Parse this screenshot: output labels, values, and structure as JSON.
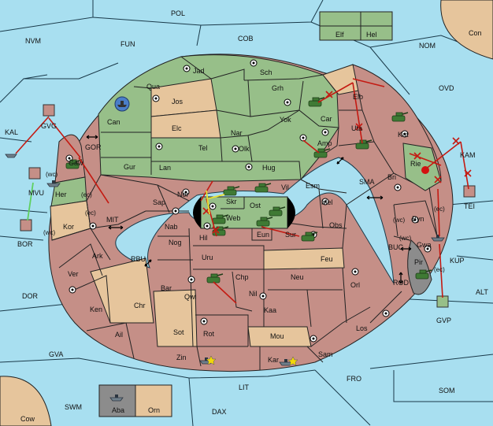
{
  "map": {
    "seas": {
      "pol": "POL",
      "nvm": "NVM",
      "fun": "FUN",
      "cob": "COB",
      "nom": "NOM",
      "ovd": "OVD",
      "kal": "KAL",
      "gor": "GOR",
      "mit": "MIT",
      "rbu": "RBU",
      "sma": "SMA",
      "kam": "KAM",
      "bor": "BOR",
      "dor": "DOR",
      "gva": "GVA",
      "lit": "LIT",
      "dax": "DAX",
      "swm": "SWM",
      "fro": "FRO",
      "som": "SOM",
      "alt": "ALT",
      "kup": "KUP",
      "tei": "TEI",
      "buc": "BUC",
      "rod": "ROD",
      "gvp": "GVP",
      "gvg": "GVG",
      "mvu": "MVU"
    },
    "lands": {
      "con": "Con",
      "cow": "Cow",
      "elf": "Elf",
      "hel": "Hel",
      "aba": "Aba",
      "orn": "Orn",
      "jad": "Jad",
      "sch": "Sch",
      "qua": "Qua",
      "jos": "Jos",
      "grh": "Grh",
      "can": "Can",
      "elc": "Elc",
      "nar": "Nar",
      "yok": "Yok",
      "car": "Car",
      "elb": "Elb",
      "uta": "Uta",
      "kat": "Kat",
      "gaw": "Gaw",
      "tel": "Tel",
      "olk": "Olk",
      "amp": "Amp",
      "gur": "Gur",
      "lan": "Lan",
      "hug": "Hug",
      "rie": "Rie",
      "her": "Her",
      "bri": "Bri",
      "vil": "Vil",
      "esm": "Esm",
      "nor": "Nor",
      "skr": "Skr",
      "ost": "Ost",
      "mel": "Mel",
      "sap": "Sap",
      "web": "Web",
      "kor": "Kor",
      "nab": "Nab",
      "eun": "Eun",
      "sur": "Sur",
      "obs": "Obs",
      "byn": "Byn",
      "hil": "Hil",
      "nog": "Nog",
      "gwa": "Gwa",
      "ark": "Ark",
      "uru": "Uru",
      "feu": "Feu",
      "pir": "Pir",
      "ver": "Ver",
      "bar": "Bar",
      "chp": "Chp",
      "neu": "Neu",
      "orl": "Orl",
      "qwi": "Qwi",
      "nil": "Nil",
      "chr": "Chr",
      "ken": "Ken",
      "kaa": "Kaa",
      "los": "Los",
      "ail": "Ail",
      "sot": "Sot",
      "rot": "Rot",
      "mou": "Mou",
      "zin": "Zin",
      "kar": "Kar",
      "sam": "Sam"
    },
    "coast_marks": {
      "wc_gaw": "(wc)",
      "ec_gaw": "(ec)",
      "ec_kor": "(ec)",
      "wc_kor": "(wc)",
      "ec_byn": "(ec)",
      "wc_byn": "(wc)",
      "wc_gwa": "(wc)",
      "ec_gwa": "(ec)"
    },
    "colors": {
      "sea": "#a8dff0",
      "green": "#97bf89",
      "red": "#c58f87",
      "tan": "#e6c59c",
      "gray": "#8c8c8c",
      "order_arrow": "#c41a12",
      "support_arrow": "#e8e030",
      "convoy_line": "#5fd05f"
    },
    "icons": [
      "tank-icon",
      "ship-icon",
      "supply-center-icon",
      "move-arrow-icon",
      "double-arrow-icon"
    ]
  }
}
